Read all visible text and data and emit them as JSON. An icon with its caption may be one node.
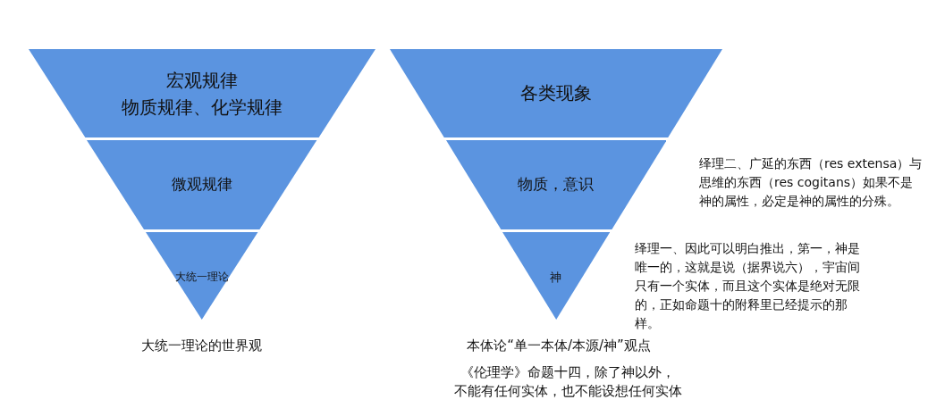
{
  "diagram": {
    "nodes": [
      {
        "text": [
          "宏观规律",
          "物质规律、化学规律"
        ]
      },
      {
        "text": [
          "微观规律"
        ]
      },
      {
        "text": [
          "大统一理论"
        ]
      },
      {
        "text": [
          "各类现象"
        ]
      },
      {
        "text": [
          "物质，意识"
        ]
      },
      {
        "text": [
          "神"
        ]
      }
    ],
    "labels": [
      "绎理二、广延的东西（res extensa）与思维的东西（res cogitans）如果不是神的属性，必定是神的属性的分殊。",
      "绎理一、因此可以明白推出，第一，神是唯一的，这就是说（据界说六），宇宙间只有一个实体，而且这个实体是绝对无限的，正如命题十的附释里已经提示的那样。",
      "大统一理论的世界观",
      "本体论“单一本体/本源/神”观点",
      "《伦理学》命题十四，除了神以外，不能有任何实体，也不能设想任何实体"
    ]
  }
}
